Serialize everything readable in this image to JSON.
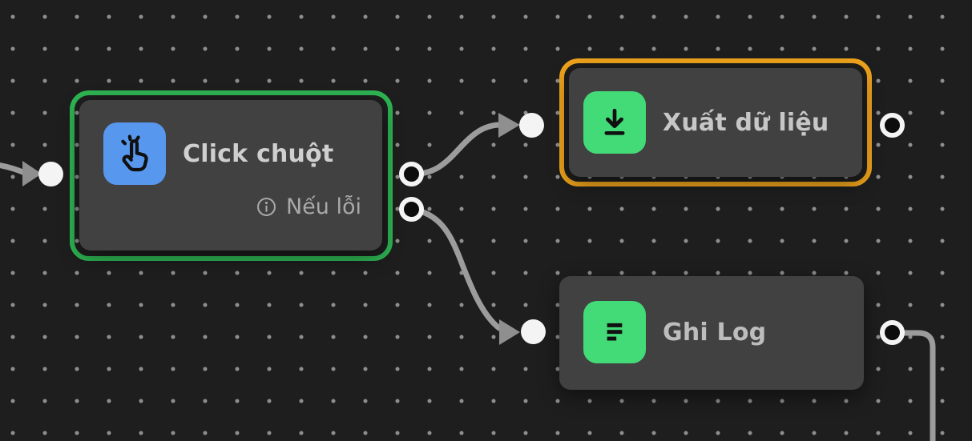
{
  "canvas": {
    "background_color": "#1d1e1d",
    "dot_color": "#8f8f8f",
    "connector_color": "#9c9c9c"
  },
  "nodes": {
    "click_mouse": {
      "label": "Click chuột",
      "icon": "hand-tap-icon",
      "icon_bg": "#5897ee",
      "selection_color": "#2eb553",
      "error_row": {
        "icon": "info-icon",
        "label": "Nếu lỗi"
      }
    },
    "export_data": {
      "label": "Xuất dữ liệu",
      "icon": "download-icon",
      "icon_bg": "#43da78",
      "selection_color": "#f0a41c"
    },
    "write_log": {
      "label": "Ghi Log",
      "icon": "align-left-icon",
      "icon_bg": "#43da78"
    }
  },
  "edges": [
    {
      "from": "off-screen-left",
      "to": "click_mouse",
      "to_port": "input"
    },
    {
      "from": "click_mouse",
      "from_port": "output",
      "to": "export_data",
      "to_port": "input"
    },
    {
      "from": "click_mouse",
      "from_port": "error-output",
      "to": "write_log",
      "to_port": "input"
    },
    {
      "from": "write_log",
      "from_port": "output",
      "to": "off-screen-bottom"
    }
  ]
}
